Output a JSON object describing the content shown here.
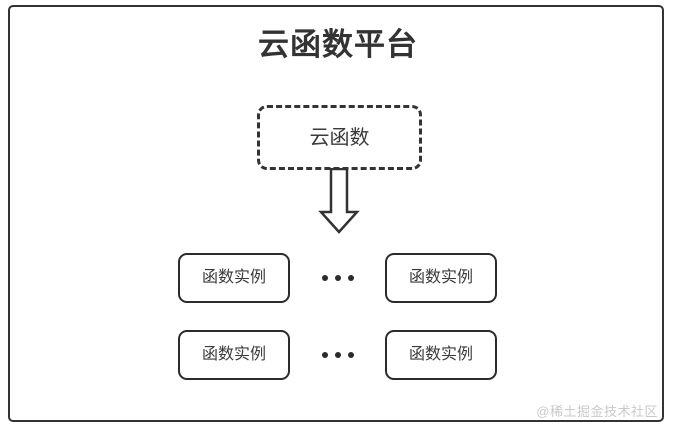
{
  "diagram": {
    "title": "云函数平台",
    "frame_border_color": "#333333",
    "background_color": "#ffffff",
    "cloud_function": {
      "label": "云函数",
      "border_style": "dashed",
      "border_color": "#333333"
    },
    "arrow": {
      "icon": "down-block-arrow",
      "direction": "down",
      "color": "#333333"
    },
    "instance_rows": [
      {
        "left_box": {
          "label": "函数实例"
        },
        "ellipsis": "•••",
        "right_box": {
          "label": "函数实例"
        }
      },
      {
        "left_box": {
          "label": "函数实例"
        },
        "ellipsis": "•••",
        "right_box": {
          "label": "函数实例"
        }
      }
    ],
    "watermark": {
      "text": "@稀土掘金技术社区",
      "color": "#c9c9c9"
    }
  }
}
